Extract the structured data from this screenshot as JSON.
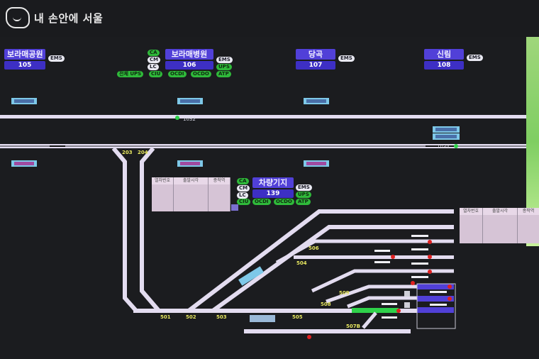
{
  "logo": {
    "text": "내 손안에 서울",
    "icon": "seoul-logo-icon"
  },
  "stations": [
    {
      "name": "보라매공원",
      "number": "105",
      "badges": [
        "EMS"
      ]
    },
    {
      "name": "보라매병원",
      "number": "106",
      "badges": [
        "EMS",
        "UPS",
        "ATP"
      ],
      "left_badges": [
        "CA",
        "CM",
        "LC"
      ],
      "bottom_badges": [
        "CIU",
        "OCDI",
        "OCDO"
      ],
      "extra": "전체 UPS"
    },
    {
      "name": "당곡",
      "number": "107",
      "badges": [
        "EMS"
      ]
    },
    {
      "name": "신림",
      "number": "108",
      "badges": [
        "EMS"
      ]
    },
    {
      "name": "차량기지",
      "number": "139",
      "badges": [
        "EMS",
        "UPS",
        "ATP"
      ],
      "left_badges": [
        "CA",
        "CM",
        "LC"
      ],
      "bottom_badges": [
        "CIU",
        "OCDI",
        "OCDO"
      ]
    }
  ],
  "labels": {
    "track_1032": "1032",
    "track_1034": "1034",
    "switch_203": "203",
    "switch_204": "204",
    "switch_501": "501",
    "switch_502": "502",
    "switch_503": "503",
    "switch_504": "504",
    "switch_505": "505",
    "switch_506": "506",
    "switch_507b": "507B",
    "switch_508": "508",
    "switch_509": "509"
  },
  "panel_left": {
    "headers": [
      "열차번호",
      "출발시각",
      "종착역"
    ]
  },
  "panel_right": {
    "headers": [
      "열차번호",
      "출발시각",
      "종착역"
    ]
  },
  "colors": {
    "background": "#1b1c1f",
    "track": "#e3dcf0",
    "station": "#5140d8",
    "status_green": "#2fb93a",
    "train_blue": "#7ec8e8",
    "alarm_red": "#e02020"
  }
}
